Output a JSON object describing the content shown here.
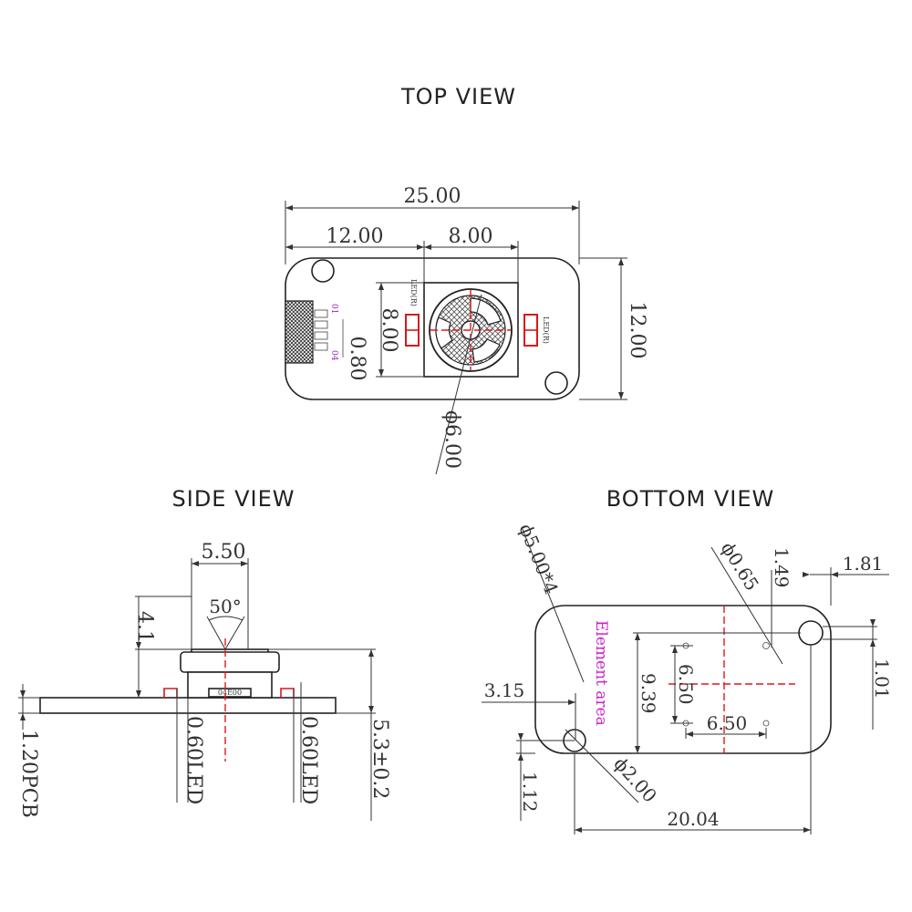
{
  "titles": {
    "top": "TOP VIEW",
    "side": "SIDE VIEW",
    "bottom": "BOTTOM  VIEW"
  },
  "top_view": {
    "overall_width": "25.00",
    "left_offset": "12.00",
    "lens_width": "8.00",
    "lens_height": "8.00",
    "overall_height": "12.00",
    "connector_pitch": "0.80",
    "lens_diameter": "ϕ6.00",
    "led_left": "LED(R)",
    "led_right": "LED(R)",
    "pin_first": "01",
    "pin_last": "04"
  },
  "side_view": {
    "lens_width": "5.50",
    "view_angle": "50°",
    "lens_height": "4.1",
    "pcb_thickness": "1.20PCB",
    "led_left": "0.60LED",
    "led_right": "0.60LED",
    "total_height": "5.3±0.2",
    "chip_label": "04E00"
  },
  "bottom_view": {
    "hole_large": "ϕ5.00*4",
    "hole_small": "ϕ0.65",
    "offset_top": "1.49",
    "offset_right": "1.81",
    "element_area": "Element area",
    "height_939": "9.39",
    "pitch_v": "6.50",
    "pitch_h": "6.50",
    "left_offset": "3.15",
    "right_offset": "1.01",
    "bottom_offset": "1.12",
    "mount_hole": "ϕ2.00",
    "width": "20.04"
  }
}
